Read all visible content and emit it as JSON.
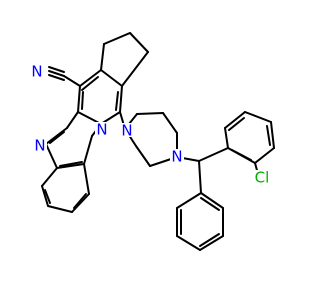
{
  "structure": {
    "atoms": [
      {
        "id": "n_nitrile",
        "text": "N",
        "color": "#0000ff"
      },
      {
        "id": "n_imine",
        "text": "N",
        "color": "#0000ff"
      },
      {
        "id": "n_bridgehead",
        "text": "N",
        "color": "#0000ff"
      },
      {
        "id": "n_pip_1",
        "text": "N",
        "color": "#0000ff"
      },
      {
        "id": "n_pip_2",
        "text": "N",
        "color": "#0000ff"
      },
      {
        "id": "cl",
        "text": "Cl",
        "color": "#00b000"
      }
    ],
    "bond_color": "#000000"
  }
}
